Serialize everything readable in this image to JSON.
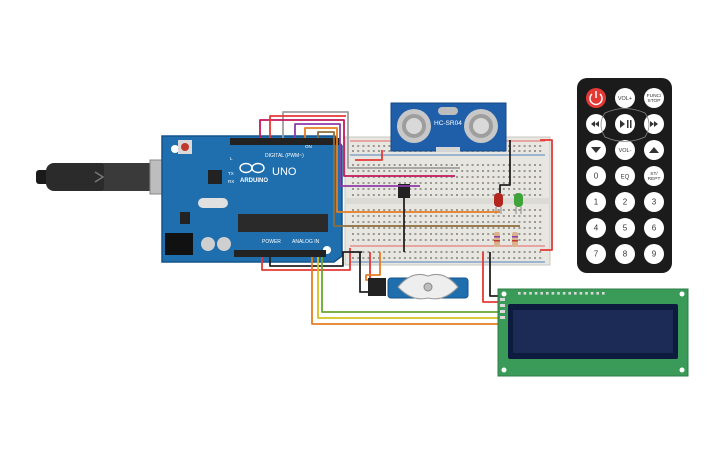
{
  "arduino": {
    "brand": "ARDUINO",
    "model": "UNO",
    "digital_label": "DIGITAL (PWM~)",
    "power_label": "POWER",
    "analog_label": "ANALOG IN",
    "tx_label": "TX",
    "rx_label": "RX",
    "on_label": "ON",
    "l_label": "L"
  },
  "sensor": {
    "label": "HC-SR04"
  },
  "remote": {
    "keys": [
      "VOL+",
      "FUNC/\nSTOP",
      "VOL-",
      "EQ",
      "ST/\nREPT",
      "0",
      "1",
      "2",
      "3",
      "4",
      "5",
      "6",
      "7",
      "8",
      "9"
    ]
  },
  "colors": {
    "board": "#1f6fae",
    "breadboard": "#e8e6e1",
    "lcd_pcb": "#3a9a58",
    "lcd_screen": "#1c2a56",
    "remote_body": "#1b1b1b",
    "power_key": "#e53935",
    "wire_red": "#e53935",
    "wire_black": "#222222",
    "wire_purple": "#8e3aa8",
    "wire_magenta": "#c2185b",
    "wire_orange": "#e67e22",
    "wire_yellow": "#d4c21f",
    "wire_green": "#6aa62f",
    "wire_gray": "#9e9e9e",
    "wire_brown": "#8d6e3c"
  }
}
